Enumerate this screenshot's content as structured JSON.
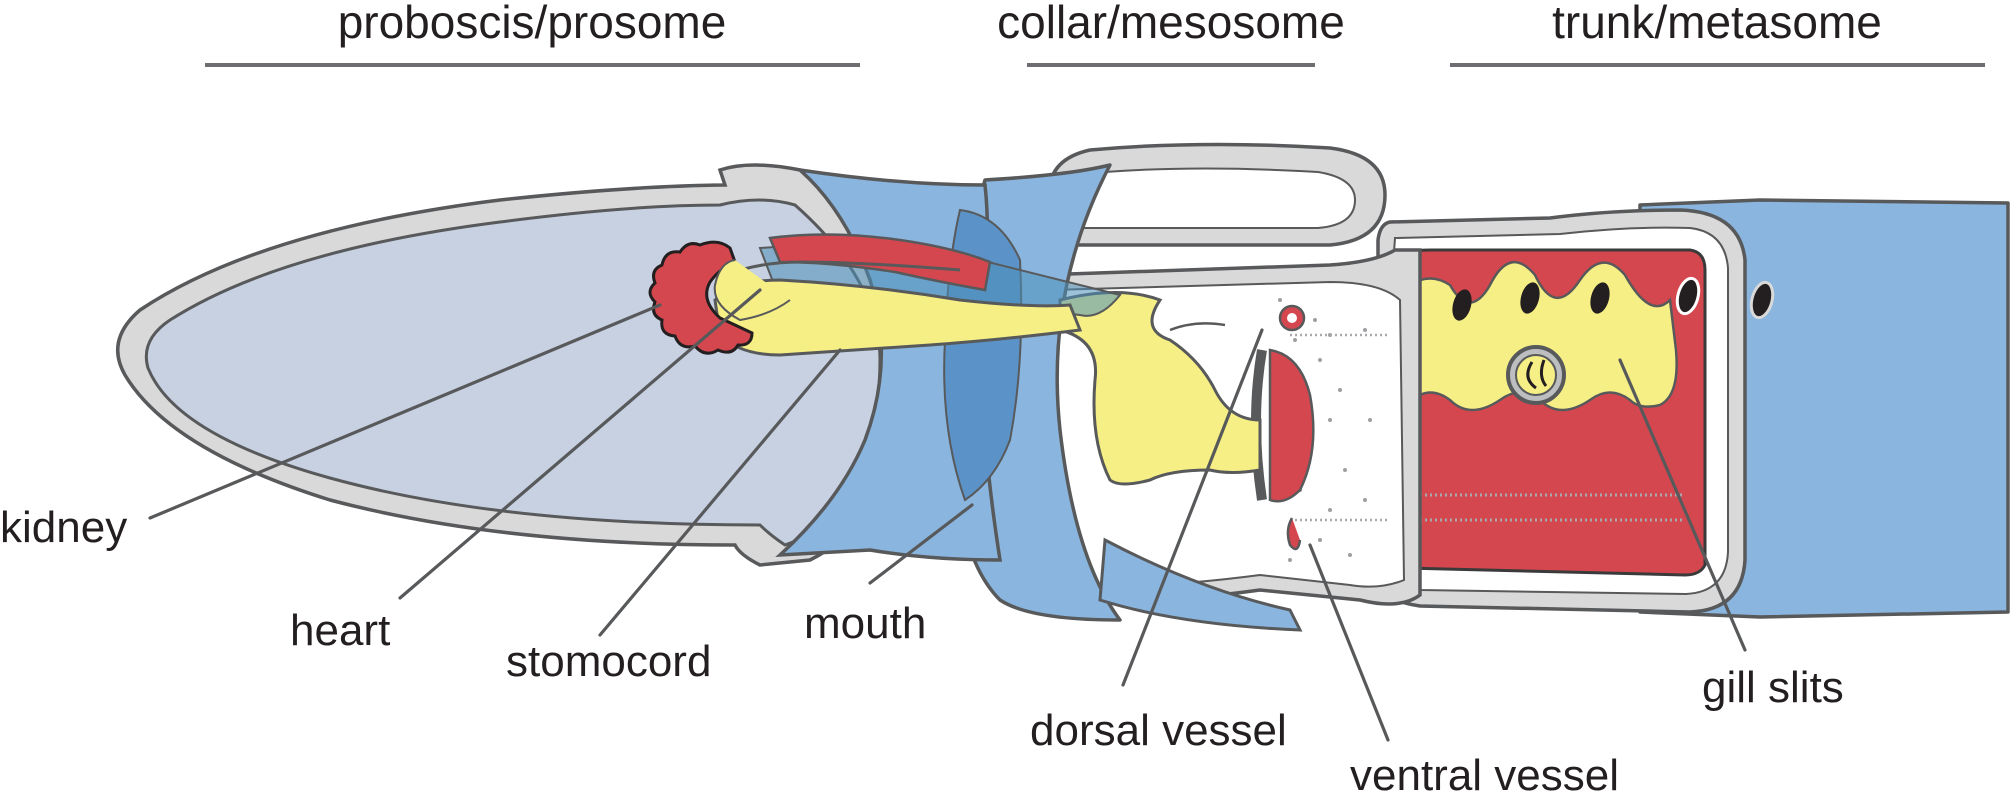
{
  "headers": {
    "proboscis": "proboscis/prosome",
    "collar": "collar/mesosome",
    "trunk": "trunk/metasome"
  },
  "labels": {
    "kidney": "kidney",
    "heart": "heart",
    "stomocord": "stomocord",
    "mouth": "mouth",
    "dorsal_vessel": "dorsal vessel",
    "ventral_vessel": "ventral vessel",
    "gill_slits": "gill slits"
  },
  "colors": {
    "body_blue": "#89b5de",
    "proboscis_fill": "#c7d1e2",
    "cuticle_grey": "#d9d9da",
    "red_tissue": "#d5474f",
    "yellow_gut": "#f5ef85",
    "outline": "#58595b"
  }
}
